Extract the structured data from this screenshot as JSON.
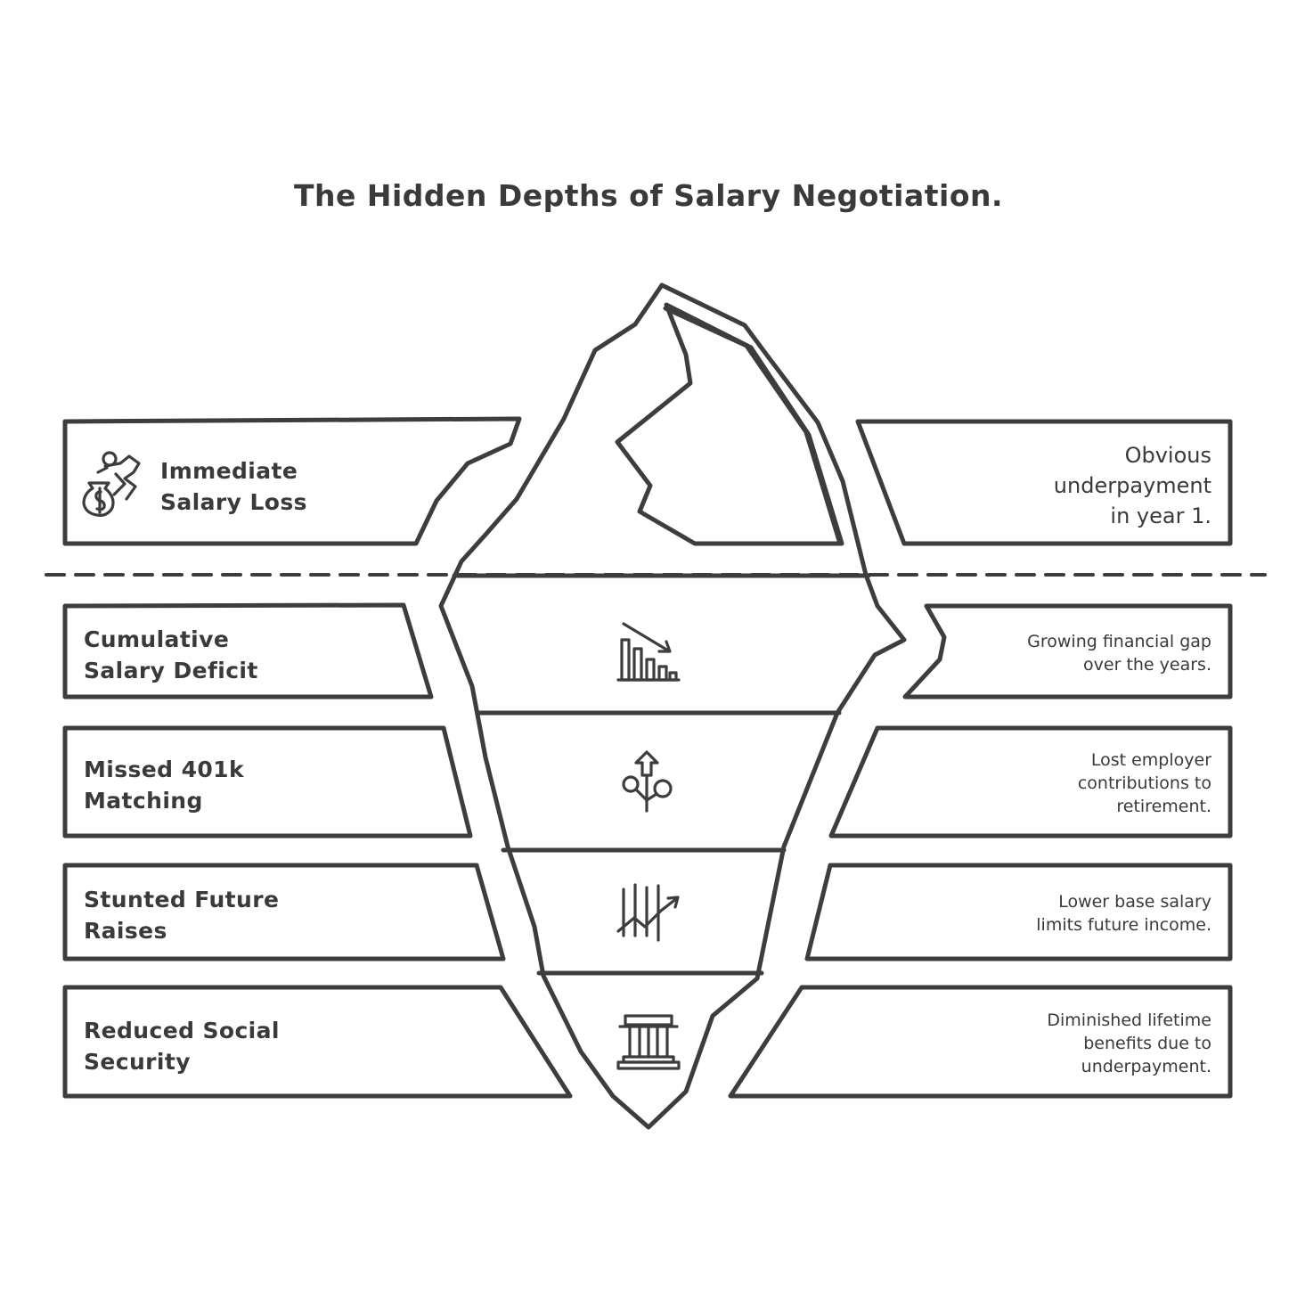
{
  "title": "The Hidden Depths of Salary Negotiation.",
  "layers": [
    {
      "label_lines": [
        "Immediate",
        "Salary Loss"
      ],
      "desc_lines": [
        "Obvious",
        "underpayment",
        "in year 1."
      ],
      "icon": "money-bag-runner-icon"
    },
    {
      "label_lines": [
        "Cumulative",
        "Salary Deficit"
      ],
      "desc_lines": [
        "Growing financial gap",
        "over the years."
      ],
      "icon": "declining-bar-chart-icon"
    },
    {
      "label_lines": [
        "Missed 401k",
        "Matching"
      ],
      "desc_lines": [
        "Lost employer",
        "contributions to",
        "retirement."
      ],
      "icon": "growth-tree-arrow-icon"
    },
    {
      "label_lines": [
        "Stunted Future",
        "Raises"
      ],
      "desc_lines": [
        "Lower base salary",
        "limits future income."
      ],
      "icon": "rising-trend-chart-icon"
    },
    {
      "label_lines": [
        "Reduced Social",
        "Security"
      ],
      "desc_lines": [
        "Diminished lifetime",
        "benefits due to",
        "underpayment."
      ],
      "icon": "government-building-icon"
    }
  ],
  "colors": {
    "stroke": "#3d3d3d",
    "background": "#ffffff"
  }
}
